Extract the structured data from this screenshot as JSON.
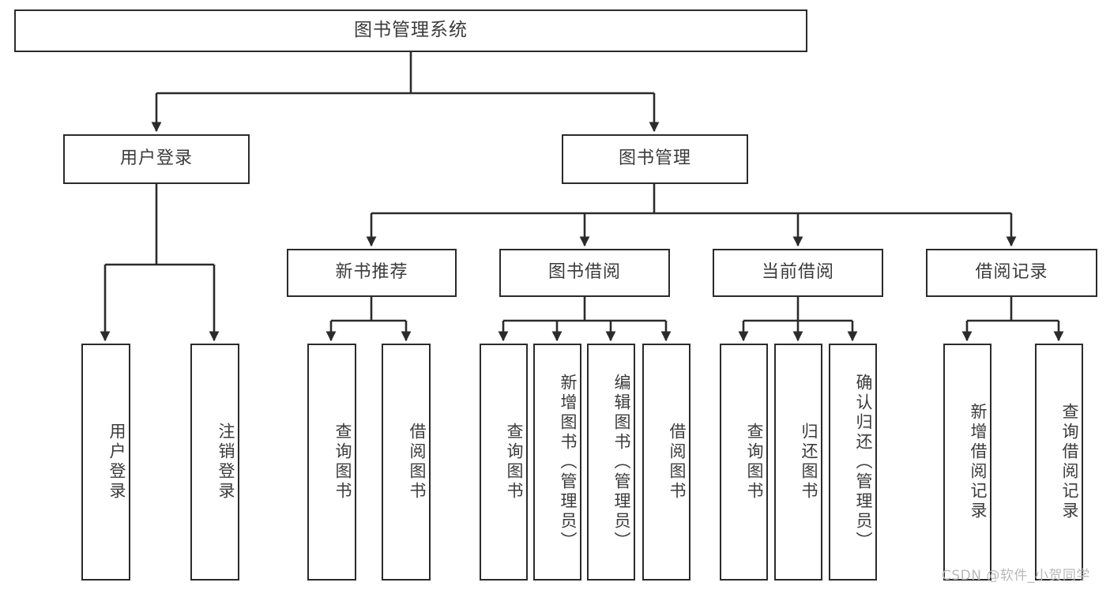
{
  "diagram": {
    "title": "图书管理系统",
    "type": "tree",
    "orientation": "top-down",
    "stroke_color": "#2b2b2b",
    "text_color": "#3b3b3b",
    "background_color": "#ffffff"
  },
  "nodes": {
    "root": {
      "label": "图书管理系统",
      "level": 0
    },
    "level1": [
      {
        "id": "user-login",
        "label": "用户登录",
        "level": 1
      },
      {
        "id": "book-manage",
        "label": "图书管理",
        "level": 1
      }
    ],
    "level2": [
      {
        "id": "new-book-recommend",
        "label": "新书推荐",
        "level": 2,
        "parent": "book-manage"
      },
      {
        "id": "book-borrow",
        "label": "图书借阅",
        "level": 2,
        "parent": "book-manage"
      },
      {
        "id": "current-borrow",
        "label": "当前借阅",
        "level": 2,
        "parent": "book-manage"
      },
      {
        "id": "borrow-record",
        "label": "借阅记录",
        "level": 2,
        "parent": "book-manage"
      }
    ],
    "leaves": [
      {
        "id": "leaf-user-login",
        "label": "用户登录",
        "parent": "user-login"
      },
      {
        "id": "leaf-logout-login",
        "label": "注销登录",
        "parent": "user-login"
      },
      {
        "id": "leaf-query-book-1",
        "label": "查询图书",
        "parent": "new-book-recommend"
      },
      {
        "id": "leaf-borrow-book-1",
        "label": "借阅图书",
        "parent": "new-book-recommend"
      },
      {
        "id": "leaf-query-book-2",
        "label": "查询图书",
        "parent": "book-borrow"
      },
      {
        "id": "leaf-add-book",
        "label": "新增图书（管理员）",
        "parent": "book-borrow"
      },
      {
        "id": "leaf-edit-book",
        "label": "编辑图书（管理员）",
        "parent": "book-borrow"
      },
      {
        "id": "leaf-borrow-book-2",
        "label": "借阅图书",
        "parent": "book-borrow"
      },
      {
        "id": "leaf-query-book-3",
        "label": "查询图书",
        "parent": "current-borrow"
      },
      {
        "id": "leaf-return-book",
        "label": "归还图书",
        "parent": "current-borrow"
      },
      {
        "id": "leaf-confirm-return",
        "label": "确认归还（管理员）",
        "parent": "current-borrow"
      },
      {
        "id": "leaf-add-record",
        "label": "新增借阅记录",
        "parent": "borrow-record"
      },
      {
        "id": "leaf-query-record",
        "label": "查询借阅记录",
        "parent": "borrow-record"
      }
    ]
  },
  "watermark": {
    "text": "CSDN @软件_小贺同学"
  }
}
